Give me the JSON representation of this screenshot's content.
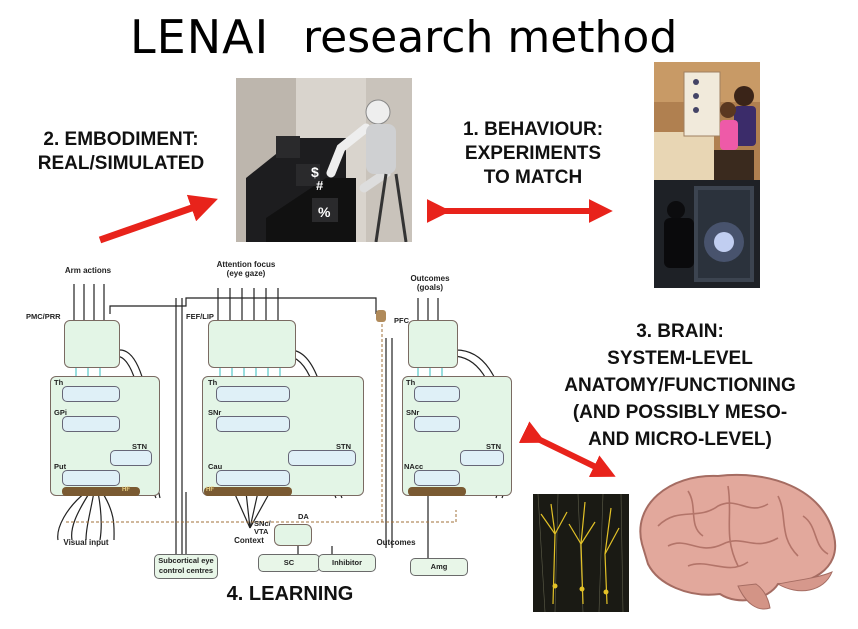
{
  "title": {
    "brand": "LENAI",
    "rest": "research method"
  },
  "labels": {
    "embodiment": [
      "2. EMBODIMENT:",
      "REAL/SIMULATED"
    ],
    "behaviour": [
      "1. BEHAVIOUR:",
      "EXPERIMENTS",
      "TO MATCH"
    ],
    "brain": [
      "3. BRAIN:",
      "SYSTEM-LEVEL",
      "ANATOMY/FUNCTIONING",
      "(AND POSSIBLY MESO-",
      "AND MICRO-LEVEL)"
    ],
    "learning": "4. LEARNING"
  },
  "robot_symbols": [
    "$",
    "#",
    "%"
  ],
  "diagram": {
    "top_labels": {
      "arm": "Arm actions",
      "attention": [
        "Attention focus",
        "(eye gaze)"
      ],
      "outcomes": [
        "Outcomes",
        "(goals)"
      ]
    },
    "cortex": {
      "pmc": "PMC/PRR",
      "fef": "FEF/LIP",
      "pfc": "PFC"
    },
    "nuclei": {
      "th": "Th",
      "gpi": "GPi",
      "snr": "SNr",
      "stn": "STN",
      "put": "Put",
      "cau": "Cau",
      "nacc": "NAcc",
      "hf": "HF"
    },
    "bottom": {
      "visual_input": "Visual input",
      "subcortical": [
        "Subcortical eye",
        "control centres"
      ],
      "context": "Context",
      "snc_vta": [
        "SNc/",
        "VTA"
      ],
      "da": "DA",
      "sc": "SC",
      "inhibitor": "Inhibitor",
      "outcomes": "Outcomes",
      "amg": "Amg"
    }
  },
  "colors": {
    "arrow": "#e8231b",
    "box_fill": "#e3f5e6",
    "nucleus_fill": "#dff0f7",
    "hippocampus": "#7a5a32",
    "teal_line": "#55c8c8"
  }
}
